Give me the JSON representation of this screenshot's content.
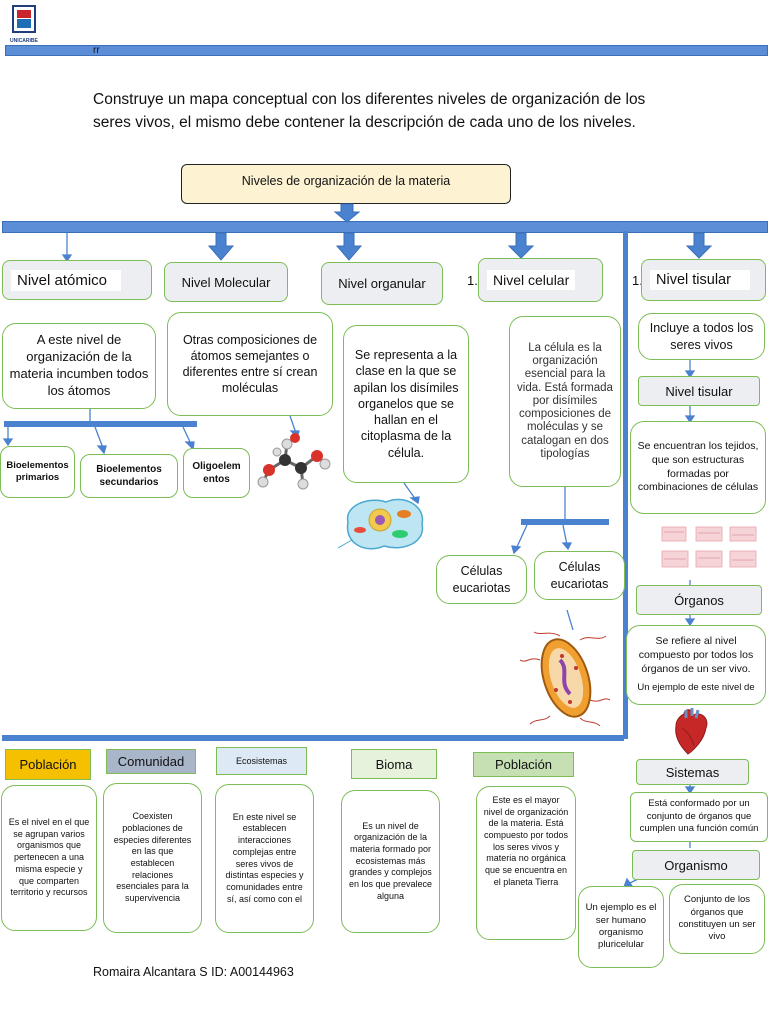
{
  "header": {
    "logo_text": "UNICARIBE",
    "top_label": "rr"
  },
  "instructions": "Construye un mapa conceptual con los diferentes niveles de organización de los seres vivos, el mismo debe contener la descripción de cada uno de los niveles.",
  "title": "Niveles de organización de la materia",
  "levels": {
    "atomico": {
      "label": "Nivel atómico",
      "desc": "A este nivel de organización de la materia incumben todos los átomos",
      "subs": [
        "Bioelementos primarios",
        "Bioelementos secundarios",
        "Oligoelementos"
      ]
    },
    "molecular": {
      "label": "Nivel Molecular",
      "desc": "Otras composiciones de átomos semejantes o diferentes entre sí crean moléculas"
    },
    "organular": {
      "label": "Nivel organular",
      "desc": "Se representa a la clase en la que se apilan los disímiles organelos que se hallan en el citoplasma de la célula."
    },
    "celular": {
      "prefix": "1.",
      "label": "Nivel celular",
      "desc": "La célula es la organización esencial para la vida. Está formada por disímiles composiciones de moléculas y se catalogan en dos tipologías",
      "subs": [
        "Células eucariotas",
        "Células eucariotas"
      ]
    },
    "tisular": {
      "prefix": "1.",
      "label": "Nivel tisular",
      "desc": "Incluye a todos los seres vivos",
      "sub_label": "Nivel tisular",
      "sub_desc": "Se encuentran los tejidos, que son estructuras formadas por combinaciones de células"
    }
  },
  "organos": {
    "label": "Órganos",
    "desc": "Se refiere al nivel compuesto por todos los órganos de un ser vivo.",
    "example": "Un ejemplo de este nivel de"
  },
  "sistemas": {
    "label": "Sistemas",
    "desc": "Está conformado por un conjunto de órganos que cumplen una función común"
  },
  "organismo": {
    "label": "Organismo",
    "example": "Un ejemplo es el ser humano organismo pluricelular",
    "desc": "Conjunto de los órganos que constituyen un ser vivo"
  },
  "ecology": [
    {
      "label": "Población",
      "color": "#f5c000",
      "desc": "Es el nivel en el que se agrupan varios organismos que pertenecen a una misma especie y que comparten territorio y recursos"
    },
    {
      "label": "Comunidad",
      "color": "#a9b6c9",
      "desc": "Coexisten poblaciones de especies diferentes en las que establecen relaciones esenciales para la supervivencia"
    },
    {
      "label": "Ecosistemas",
      "color": "#dde9f5",
      "desc": "En este nivel se establecen interacciones complejas entre seres vivos de distintas especies y comunidades entre sí, así como con el"
    },
    {
      "label": "Bioma",
      "color": "#e7f2dc",
      "desc": "Es un nivel de organización de la materia formado por ecosistemas más grandes y complejos en los que prevalece alguna"
    },
    {
      "label": "Población",
      "color": "#c6e0b4",
      "desc": "Este es el mayor nivel de organización de la materia. Está compuesto por todos los seres vivos y materia no orgánica que se encuentra en el planeta Tierra"
    }
  ],
  "footer": "Romaira Alcantara S ID: A00144963",
  "colors": {
    "connector": "#4a82cf",
    "box_border": "#7cbd55",
    "title_fill": "#fdf3d3"
  }
}
